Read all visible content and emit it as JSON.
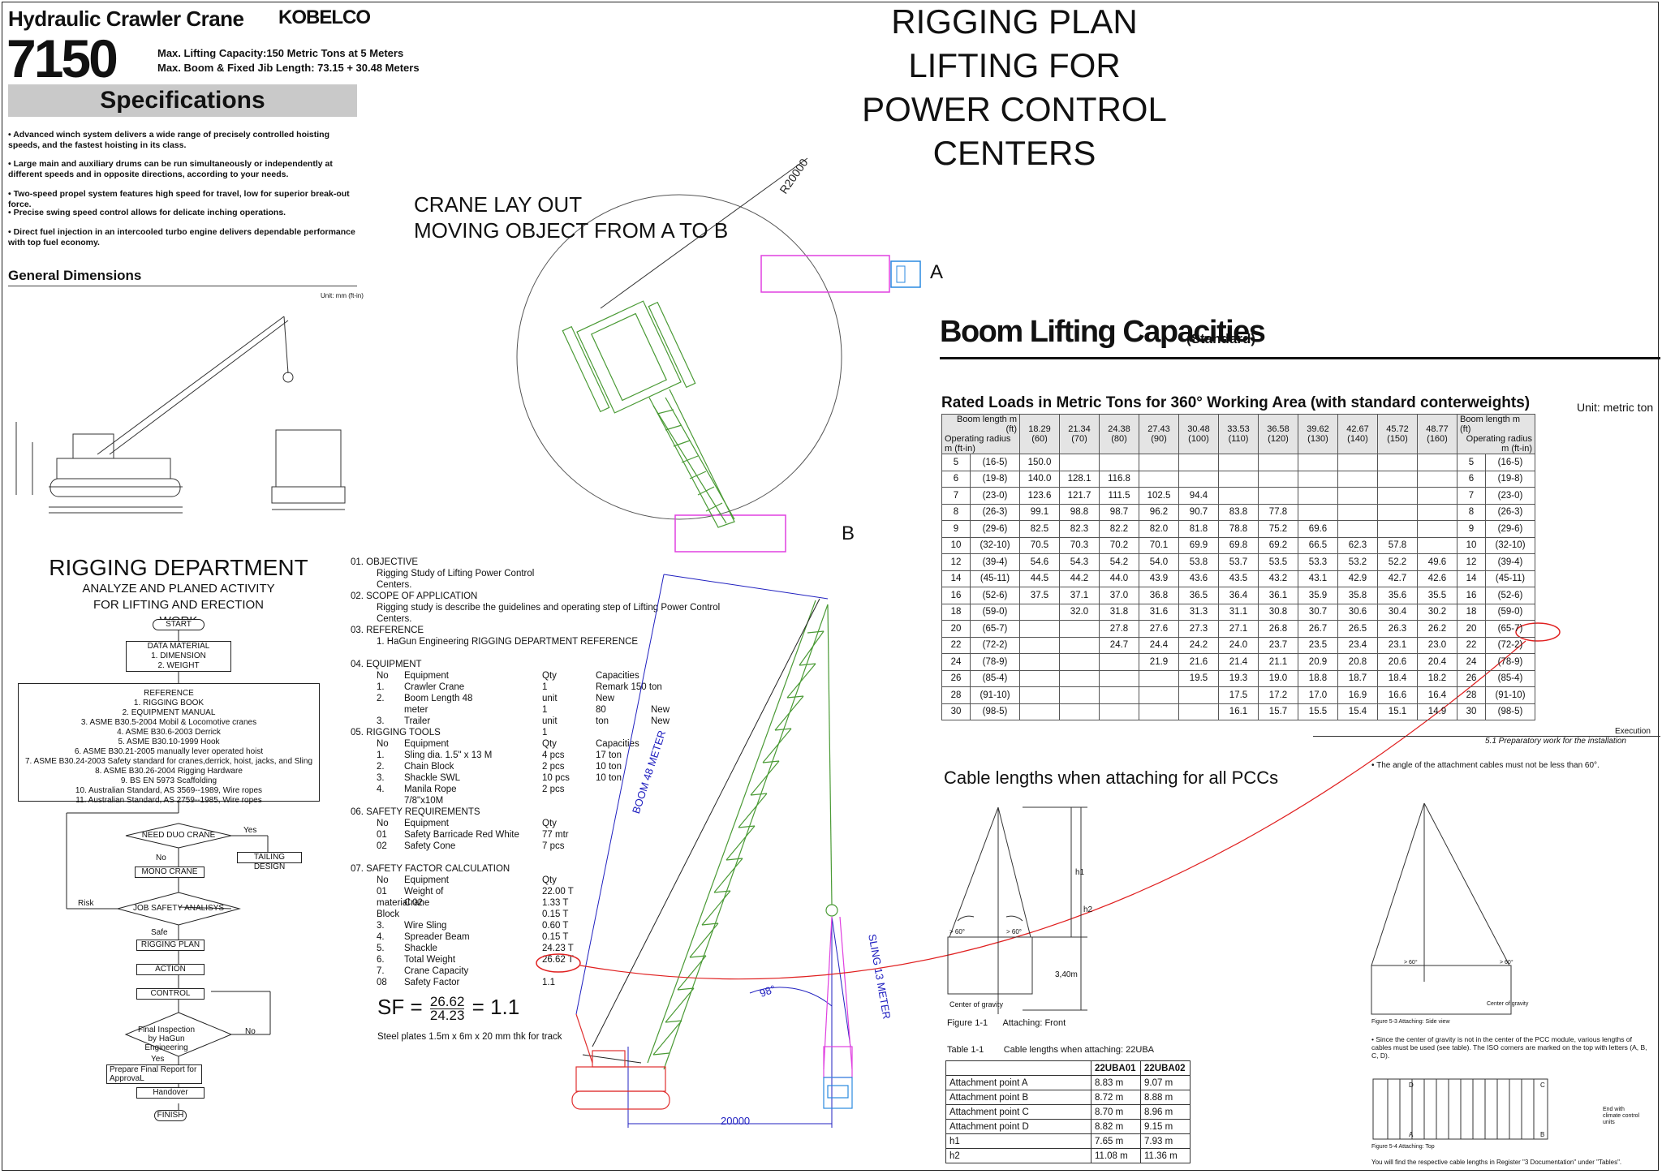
{
  "spec_sheet": {
    "title": "Hydraulic Crawler Crane",
    "brand": "KOBELCO",
    "model": "7150",
    "max_lifting": "Max. Lifting Capacity:150 Metric Tons at 5 Meters",
    "max_boom": "Max. Boom & Fixed Jib Length: 73.15 + 30.48 Meters",
    "heading": "Specifications",
    "bullets": [
      "• Advanced winch system delivers a wide range of precisely controlled hoisting speeds, and the fastest hoisting in its class.",
      "• Large main and auxiliary drums can be run simultaneously or independently at different speeds and in opposite directions, according to your needs.",
      "• Two-speed propel system features high speed for travel, low for superior break-out force.",
      "• Precise swing speed control allows for delicate inching operations.",
      "• Direct fuel injection in an intercooled turbo engine delivers dependable performance with top fuel economy."
    ],
    "general_dimensions": "General Dimensions",
    "unit_note": "Unit: mm (ft-in)"
  },
  "rigging_plan_title": "RIGGING PLAN LIFTING FOR POWER CONTROL CENTERS",
  "crane_layout": {
    "line1": "CRANE LAY OUT",
    "line2": "MOVING OBJECT FROM A TO B",
    "radius_label": "R20000",
    "point_a": "A",
    "point_b": "B"
  },
  "department": {
    "title": "RIGGING DEPARTMENT",
    "subtitle": "ANALYZE AND PLANED ACTIVITY FOR LIFTING AND ERECTION WORK",
    "flow": {
      "start": "START",
      "data_material": [
        "DATA MATERIAL",
        "1. DIMENSION",
        "2. WEIGHT"
      ],
      "reference": [
        "REFERENCE",
        "1.      RIGGING BOOK",
        "2.      EQUIPMENT MANUAL",
        "3.      ASME B30.5-2004 Mobil & Locomotive cranes",
        "4.      ASME B30.6-2003 Derrick",
        "5.      ASME B30.10-1999 Hook",
        "6.      ASME B30.21-2005 manually lever operated hoist",
        "7.      ASME B30.24-2003 Safety standard for cranes,derrick, hoist, jacks, and Sling",
        "8.      ASME B30.26-2004 Rigging Hardware",
        "9.      BS EN 5973 Scaffolding",
        "10.    Australian Standard, AS 3569--1989, Wire ropes",
        "11.    Australian Standard, AS 2759--1985, Wire ropes"
      ],
      "need_duo": "NEED DUO CRANE",
      "yes": "Yes",
      "no": "No",
      "tailing": "TAILING DESIGN",
      "mono": "MONO CRANE",
      "risk": "Risk",
      "jsa": "JOB SAFETY ANALISYS",
      "safe": "Safe",
      "rigging_plan": "RIGGING PLAN",
      "action": "ACTION",
      "control": "CONTROL",
      "final_inspection": [
        "Final Inspection",
        "by HaGun",
        "Engineering"
      ],
      "prepare": [
        "Prepare Final Report for",
        "ApprovaL"
      ],
      "handover": "Handover",
      "finish": "FINISH"
    }
  },
  "procedure": {
    "lines": [
      {
        "c0": "01. OBJECTIVE"
      },
      {
        "c1": "Rigging Study of Lifting Power Control"
      },
      {
        "c1": "Centers."
      },
      {
        "c0": "02. SCOPE OF APPLICATION"
      },
      {
        "c1": "Rigging study is describe the guidelines and operating step of Lifting Power Control"
      },
      {
        "c1": "Centers."
      },
      {
        "c0": "03. REFERENCE"
      },
      {
        "c1": "1. HaGun Engineering RIGGING DEPARTMENT REFERENCE"
      },
      {
        "c0": ""
      },
      {
        "c0": "04. EQUIPMENT"
      },
      {
        "c1": "No",
        "c2": "Equipment",
        "c3": "Qty",
        "c4": "Capacities"
      },
      {
        "c1": "1.",
        "c2": "Crawler Crane",
        "c3": "1",
        "c4": "Remark 150 ton"
      },
      {
        "c1": "2.",
        "c2": "Boom Length  48",
        "c3": "unit",
        "c4": "New"
      },
      {
        "c2": "meter",
        "c3": "1",
        "c4": "80",
        "c5": "New"
      },
      {
        "c1": "3.",
        "c2": "Trailer",
        "c3": "unit",
        "c4": "ton",
        "c5": "New"
      },
      {
        "c0": "05. RIGGING TOOLS",
        "c3": "1"
      },
      {
        "c1": "No",
        "c2": "Equipment",
        "c3": "Qty",
        "c4": "Capacities"
      },
      {
        "c1": "1.",
        "c2": "Sling dia. 1.5\" x 13 M",
        "c3": "4 pcs",
        "c4": "17 ton"
      },
      {
        "c1": "2.",
        "c2": "Chain Block",
        "c3": "2 pcs",
        "c4": "10 ton"
      },
      {
        "c1": "3.",
        "c2": "Shackle SWL",
        "c3": "10 pcs",
        "c4": "10 ton"
      },
      {
        "c1": "4.",
        "c2": "Manila Rope",
        "c3": "2 pcs"
      },
      {
        "c2": "7/8\"x10M"
      },
      {
        "c0": "06. SAFETY REQUIREMENTS"
      },
      {
        "c1": "No",
        "c2": "Equipment",
        "c3": "Qty"
      },
      {
        "c1": "01",
        "c2": "Safety Barricade Red White",
        "c3": "77 mtr"
      },
      {
        "c1": "02",
        "c2": "Safety Cone",
        "c3": "7 pcs"
      },
      {
        "c0": ""
      },
      {
        "c0": "07. SAFETY FACTOR CALCULATION"
      },
      {
        "c1": "No",
        "c2": "Equipment",
        "c3": "Qty"
      },
      {
        "c1": "01",
        "c2": "   Weight of",
        "c3": "22.00 T"
      },
      {
        "c0": "",
        "c1": "material 02",
        "c2": "      Crane",
        "c3": "1.33 T"
      },
      {
        "c1": "Block",
        "c3": "0.15 T"
      },
      {
        "c1": "3.",
        "c2": "Wire Sling",
        "c3": "0.60 T"
      },
      {
        "c1": "4.",
        "c2": "Spreader Beam",
        "c3": "0.15 T"
      },
      {
        "c1": "5.",
        "c2": "Shackle",
        "c3": "24.23 T"
      },
      {
        "c1": "6.",
        "c2": "Total Weight",
        "c3": "26.62 T"
      },
      {
        "c1": "7.",
        "c2": "Crane Capacity",
        "c3": ""
      },
      {
        "c1": "08",
        "c2": "Safety Factor",
        "c3": "1.1"
      }
    ],
    "sf_label": "SF =",
    "sf_num": "26.62",
    "sf_den": "24.23",
    "sf_result": "= 1.1",
    "steel_note": "Steel plates 1.5m x 6m x 20 mm thk for track"
  },
  "elevation": {
    "boom_label": "BOOM 48 METER",
    "sling_label": "SLING 13 METER",
    "angle_label": "98°",
    "radius_label": "20000"
  },
  "capacities": {
    "title": "Boom Lifting Capacities",
    "subtitle": "(Standard)",
    "rated": "Rated Loads in Metric Tons for 360° Working Area (with standard conterweights)",
    "unit": "Unit: metric ton",
    "corner_top": "Boom length m (ft)",
    "corner_bottom": "Operating radius m (ft-in)",
    "right_corner_top": "Boom length m (ft)",
    "right_corner_bottom": "Operating radius m (ft-in)",
    "boom_lengths": [
      "18.29 (60)",
      "21.34 (70)",
      "24.38 (80)",
      "27.43 (90)",
      "30.48 (100)",
      "33.53 (110)",
      "36.58 (120)",
      "39.62 (130)",
      "42.67 (140)",
      "45.72 (150)",
      "48.77 (160)"
    ],
    "rows": [
      {
        "r": "5",
        "ft": "(16-5)",
        "v": [
          "150.0",
          "",
          "",
          "",
          "",
          "",
          "",
          "",
          "",
          "",
          ""
        ]
      },
      {
        "r": "6",
        "ft": "(19-8)",
        "v": [
          "140.0",
          "128.1",
          "116.8",
          "",
          "",
          "",
          "",
          "",
          "",
          "",
          ""
        ]
      },
      {
        "r": "7",
        "ft": "(23-0)",
        "v": [
          "123.6",
          "121.7",
          "111.5",
          "102.5",
          "94.4",
          "",
          "",
          "",
          "",
          "",
          ""
        ]
      },
      {
        "r": "8",
        "ft": "(26-3)",
        "v": [
          "99.1",
          "98.8",
          "98.7",
          "96.2",
          "90.7",
          "83.8",
          "77.8",
          "",
          "",
          "",
          ""
        ]
      },
      {
        "r": "9",
        "ft": "(29-6)",
        "v": [
          "82.5",
          "82.3",
          "82.2",
          "82.0",
          "81.8",
          "78.8",
          "75.2",
          "69.6",
          "",
          "",
          ""
        ]
      },
      {
        "r": "10",
        "ft": "(32-10)",
        "v": [
          "70.5",
          "70.3",
          "70.2",
          "70.1",
          "69.9",
          "69.8",
          "69.2",
          "66.5",
          "62.3",
          "57.8",
          ""
        ]
      },
      {
        "r": "12",
        "ft": "(39-4)",
        "v": [
          "54.6",
          "54.3",
          "54.2",
          "54.0",
          "53.8",
          "53.7",
          "53.5",
          "53.3",
          "53.2",
          "52.2",
          "49.6"
        ]
      },
      {
        "r": "14",
        "ft": "(45-11)",
        "v": [
          "44.5",
          "44.2",
          "44.0",
          "43.9",
          "43.6",
          "43.5",
          "43.2",
          "43.1",
          "42.9",
          "42.7",
          "42.6"
        ]
      },
      {
        "r": "16",
        "ft": "(52-6)",
        "v": [
          "37.5",
          "37.1",
          "37.0",
          "36.8",
          "36.5",
          "36.4",
          "36.1",
          "35.9",
          "35.8",
          "35.6",
          "35.5"
        ]
      },
      {
        "r": "18",
        "ft": "(59-0)",
        "v": [
          "",
          "32.0",
          "31.8",
          "31.6",
          "31.3",
          "31.1",
          "30.8",
          "30.7",
          "30.6",
          "30.4",
          "30.2"
        ]
      },
      {
        "r": "20",
        "ft": "(65-7)",
        "v": [
          "",
          "",
          "27.8",
          "27.6",
          "27.3",
          "27.1",
          "26.8",
          "26.7",
          "26.5",
          "26.3",
          "26.2"
        ]
      },
      {
        "r": "22",
        "ft": "(72-2)",
        "v": [
          "",
          "",
          "24.7",
          "24.4",
          "24.2",
          "24.0",
          "23.7",
          "23.5",
          "23.4",
          "23.1",
          "23.0"
        ]
      },
      {
        "r": "24",
        "ft": "(78-9)",
        "v": [
          "",
          "",
          "",
          "21.9",
          "21.6",
          "21.4",
          "21.1",
          "20.9",
          "20.8",
          "20.6",
          "20.4"
        ]
      },
      {
        "r": "26",
        "ft": "(85-4)",
        "v": [
          "",
          "",
          "",
          "",
          "19.5",
          "19.3",
          "19.0",
          "18.8",
          "18.7",
          "18.4",
          "18.2"
        ]
      },
      {
        "r": "28",
        "ft": "(91-10)",
        "v": [
          "",
          "",
          "",
          "",
          "",
          "17.5",
          "17.2",
          "17.0",
          "16.9",
          "16.6",
          "16.4"
        ]
      },
      {
        "r": "30",
        "ft": "(98-5)",
        "v": [
          "",
          "",
          "",
          "",
          "",
          "16.1",
          "15.7",
          "15.5",
          "15.4",
          "15.1",
          "14.9"
        ]
      }
    ],
    "execution": "Execution",
    "prep_note": "5.1 Preparatory work for the installation"
  },
  "cables": {
    "title": "Cable lengths when attaching for all PCCs",
    "angle_note": "The angle of the attachment cables must not be less than 60°.",
    "gt60": "> 60°",
    "h1": "h1",
    "h2": "h2",
    "height": "3,40m",
    "cog": "Center of gravity",
    "fig1_num": "Figure 1-1",
    "fig1_cap": "Attaching: Front",
    "fig3": "Figure 5-3     Attaching: Side view",
    "cog2": "Center of gravity",
    "cog_note": "Since the center of gravity is not in the center of the PCC module, various lengths of cables must be used (see table). The ISO corners are marked on the top with letters (A, B, C, D).",
    "corner_d": "D",
    "corner_c": "C",
    "corner_a": "A",
    "corner_b": "B",
    "end_note": "End with climate control units",
    "fig4": "Figure 5-4     Attaching: Top",
    "find_note": "You will find the respective cable lengths in Register \"3 Documentation\" under \"Tables\".",
    "table_num": "Table 1-1",
    "table_cap": "Cable lengths when attaching: 22UBA",
    "table_headers": [
      "",
      "22UBA01",
      "22UBA02"
    ],
    "table_rows": [
      [
        "Attachment point A",
        "8.83 m",
        "9.07 m"
      ],
      [
        "Attachment point B",
        "8.72 m",
        "8.88 m"
      ],
      [
        "Attachment point C",
        "8.70 m",
        "8.96 m"
      ],
      [
        "Attachment point D",
        "8.82 m",
        "9.15 m"
      ],
      [
        "h1",
        "7.65 m",
        "7.93 m"
      ],
      [
        "h2",
        "11.08 m",
        "11.36 m"
      ]
    ]
  },
  "colors": {
    "crane_green": "#4a9a35",
    "magenta": "#e040e0",
    "annotation_blue": "#2020c0",
    "highlight_red": "#e02020",
    "crane_red": "#e03030",
    "truck_blue": "#2a8ae0"
  }
}
